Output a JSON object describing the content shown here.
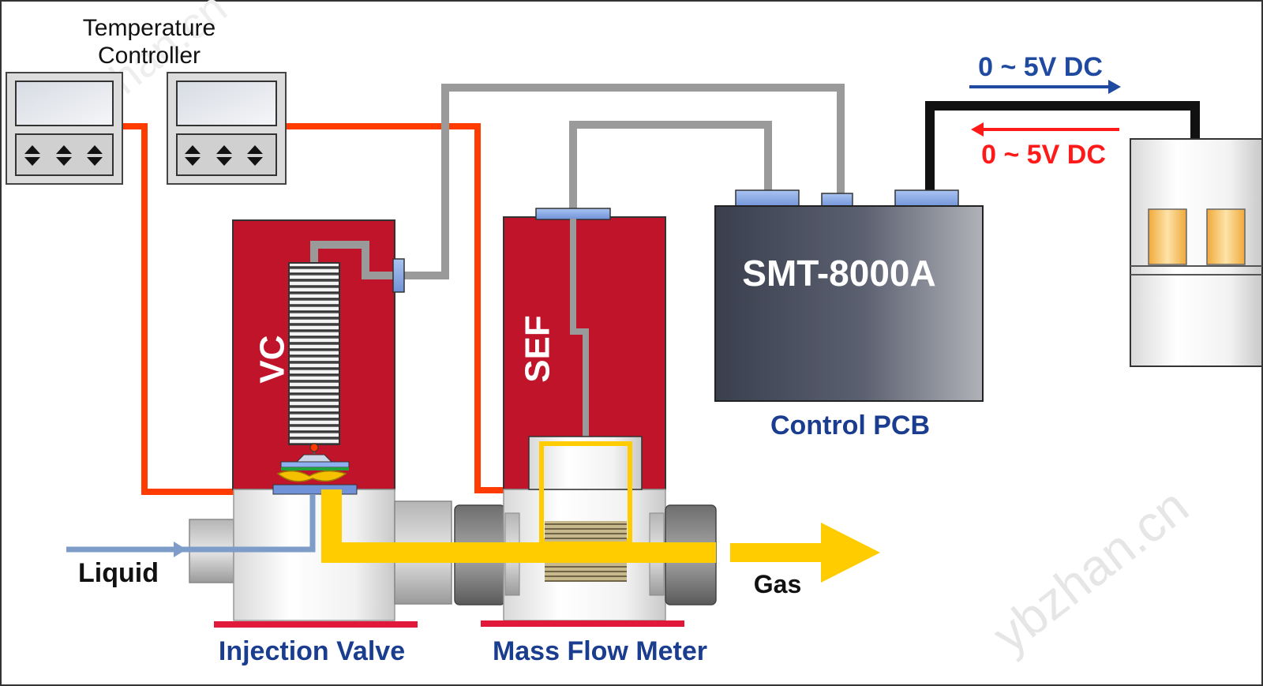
{
  "labels": {
    "temperature_controller": [
      "Temperature",
      "Controller"
    ],
    "vc": "VC",
    "sef": "SEF",
    "smt": "SMT-8000A",
    "control_pcb": "Control PCB",
    "signal_out": "0 ~ 5V DC",
    "signal_in": "0 ~ 5V DC",
    "liquid": "Liquid",
    "gas": "Gas",
    "injection_valve": "Injection Valve",
    "mass_flow_meter": "Mass Flow Meter",
    "watermark": "ybzhan.cn"
  },
  "colors": {
    "heater_wire": "#ff3b00",
    "signal_wire": "#9a9a9a",
    "power_wire": "#111111",
    "block_red": "#c0142a",
    "gas_flow": "#ffcc00",
    "liquid_flow": "#7d9cc8",
    "label_blue": "#1a3d8f",
    "signal_out_blue": "#1f4aa0",
    "signal_in_red": "#ff1a1a",
    "base_red_bar": "#e2183a"
  },
  "icons": {
    "controller_keys": "up-down-arrow-icon",
    "flow_arrow": "arrow-right-icon"
  }
}
